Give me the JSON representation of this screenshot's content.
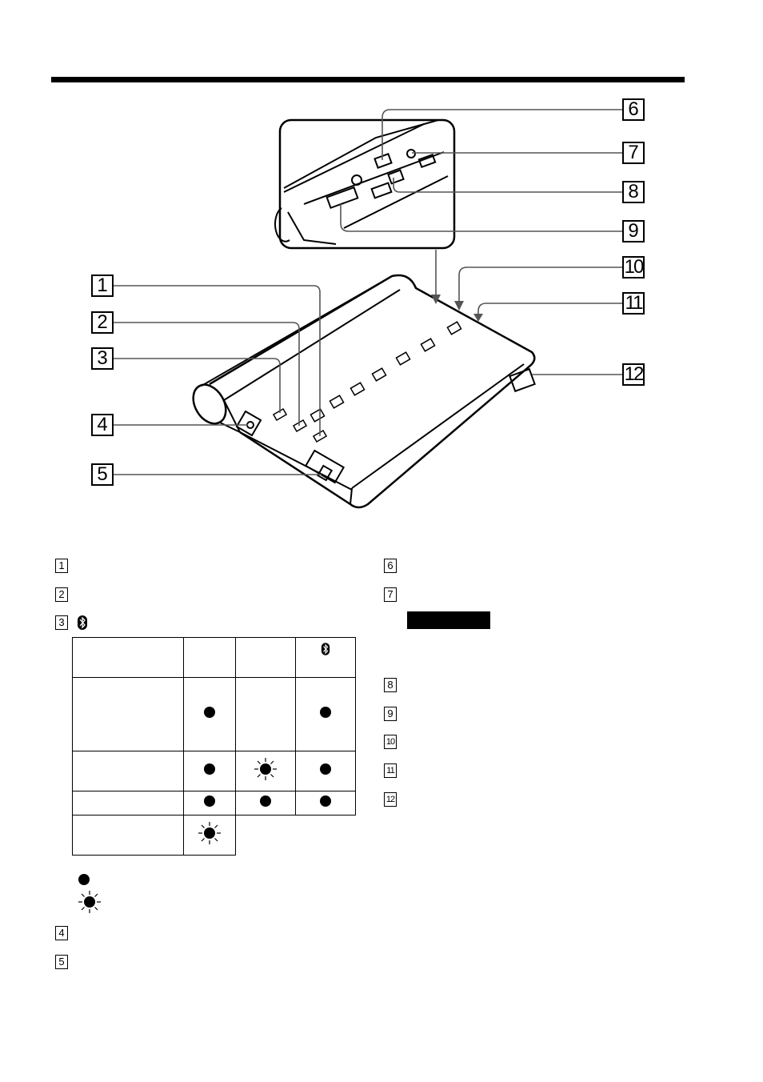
{
  "callouts": [
    {
      "n": "1"
    },
    {
      "n": "2"
    },
    {
      "n": "3"
    },
    {
      "n": "4"
    },
    {
      "n": "5"
    },
    {
      "n": "6"
    },
    {
      "n": "7"
    },
    {
      "n": "8"
    },
    {
      "n": "9"
    },
    {
      "n": "10"
    },
    {
      "n": "11"
    },
    {
      "n": "12"
    }
  ],
  "legend": {
    "items": [
      "1",
      "2",
      "3",
      "4",
      "5",
      "6",
      "7",
      "8",
      "9",
      "10",
      "11",
      "12"
    ]
  },
  "icons": {
    "bluetooth": "bluetooth-icon",
    "led_on": "led-on-icon",
    "led_blinking": "led-blinking-icon"
  },
  "led_table": {
    "rows": [
      [
        "",
        "",
        "",
        "bluetooth"
      ],
      [
        "",
        "on",
        "",
        "on"
      ],
      [
        "",
        "on",
        "blink",
        "on"
      ],
      [
        "",
        "on",
        "on",
        "on"
      ],
      [
        "",
        "blink"
      ]
    ]
  }
}
